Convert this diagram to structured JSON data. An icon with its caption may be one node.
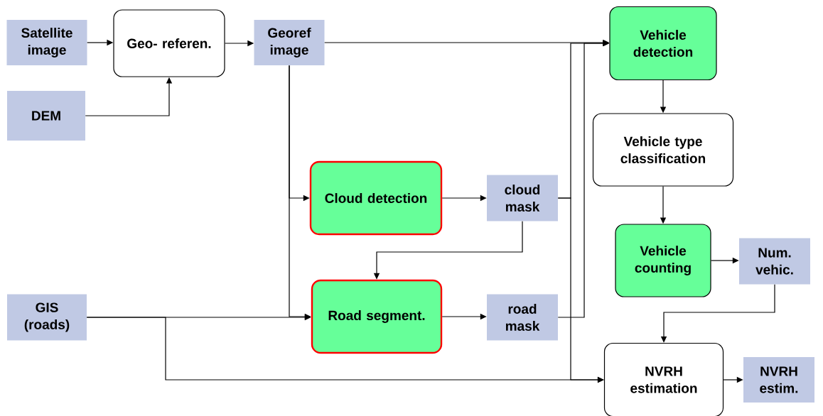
{
  "diagram": {
    "nodes": [
      {
        "text": [
          "Satellite image"
        ]
      },
      {
        "text": [
          "Geo- referen."
        ]
      },
      {
        "text": [
          "DEM"
        ]
      },
      {
        "text": [
          "Georef image"
        ]
      },
      {
        "text": [
          "Vehicle detection"
        ]
      },
      {
        "text": [
          "Vehicle type classification"
        ]
      },
      {
        "text": [
          "Cloud detection"
        ]
      },
      {
        "text": [
          "cloud mask"
        ]
      },
      {
        "text": [
          "Vehicle counting"
        ]
      },
      {
        "text": [
          "Num. vehic."
        ]
      },
      {
        "text": [
          "GIS (roads)"
        ]
      },
      {
        "text": [
          "Road segment."
        ]
      },
      {
        "text": [
          "road mask"
        ]
      },
      {
        "text": [
          "NVRH estimation"
        ]
      },
      {
        "text": [
          "NVRH estim."
        ]
      }
    ],
    "edges": [
      {
        "from": 0,
        "to": 1,
        "arrow": "to"
      },
      {
        "from": 2,
        "to": 1,
        "arrow": "to"
      },
      {
        "from": 1,
        "to": 3,
        "arrow": "to"
      },
      {
        "from": 3,
        "to": 4,
        "arrow": "to"
      },
      {
        "from": 3,
        "to": 6,
        "arrow": "to"
      },
      {
        "from": 3,
        "to": 11,
        "arrow": "to"
      },
      {
        "from": 10,
        "to": 11,
        "arrow": "to"
      },
      {
        "from": 10,
        "to": 13,
        "arrow": "to"
      },
      {
        "from": 6,
        "to": 7,
        "arrow": "to"
      },
      {
        "from": 7,
        "to": 11,
        "arrow": "to"
      },
      {
        "from": 7,
        "to": 4,
        "arrow": "to"
      },
      {
        "from": 7,
        "to": 13,
        "arrow": "to"
      },
      {
        "from": 11,
        "to": 12,
        "arrow": "to"
      },
      {
        "from": 12,
        "to": 4,
        "arrow": "to"
      },
      {
        "from": 4,
        "to": 5,
        "arrow": "to"
      },
      {
        "from": 5,
        "to": 8,
        "arrow": "to"
      },
      {
        "from": 8,
        "to": 9,
        "arrow": "to"
      },
      {
        "from": 9,
        "to": 13,
        "arrow": "to"
      },
      {
        "from": 13,
        "to": 14,
        "arrow": "to"
      }
    ]
  }
}
